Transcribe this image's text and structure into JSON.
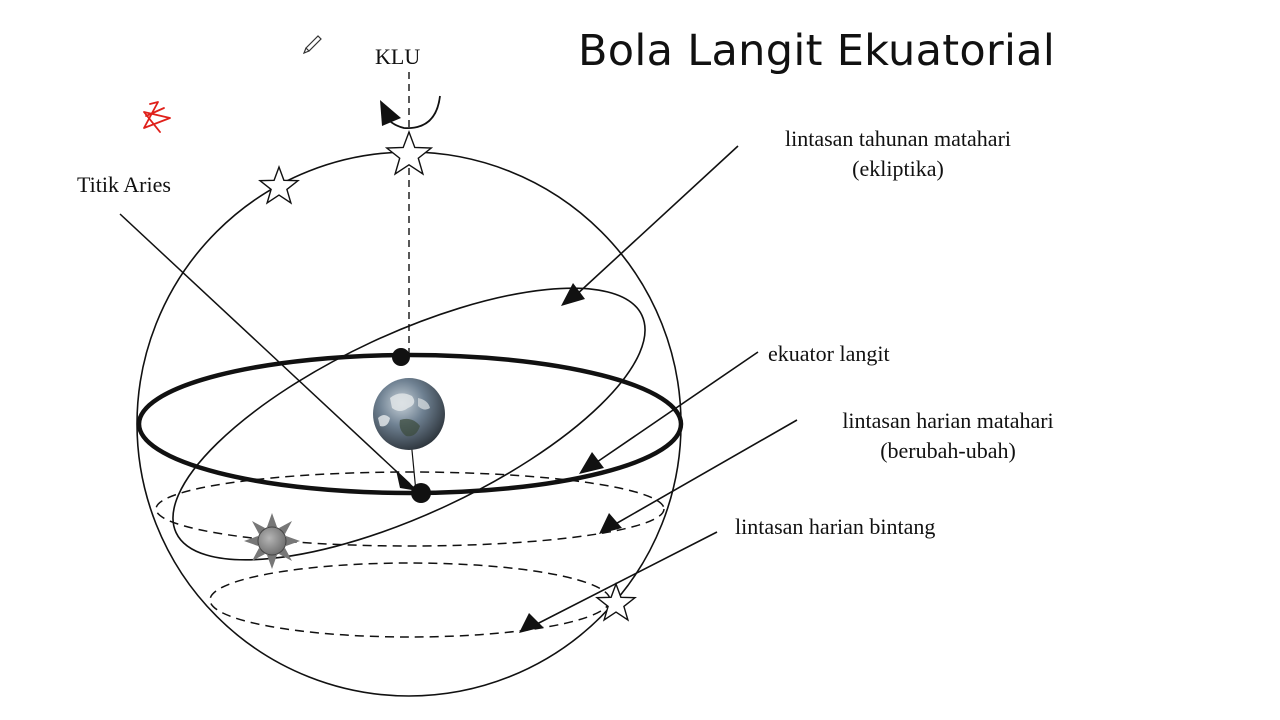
{
  "title": "Bola Langit Ekuatorial",
  "labels": {
    "klu": "KLU",
    "titik_aries": "Titik Aries",
    "ekliptika_line1": "lintasan tahunan matahari",
    "ekliptika_line2": "(ekliptika)",
    "ekuator": "ekuator langit",
    "harian_matahari_line1": "lintasan harian matahari",
    "harian_matahari_line2": "(berubah-ubah)",
    "harian_bintang": "lintasan harian bintang"
  },
  "colors": {
    "ink": "#111111",
    "annotation_red": "#e0201a",
    "earth_ocean": "#5d6f7f",
    "sun_fill": "#8a8a8a"
  },
  "icons": {
    "star": "star-icon",
    "earth": "earth-icon",
    "sun": "sun-icon",
    "pen": "pen-icon",
    "annotation": "red-scribble-icon"
  }
}
